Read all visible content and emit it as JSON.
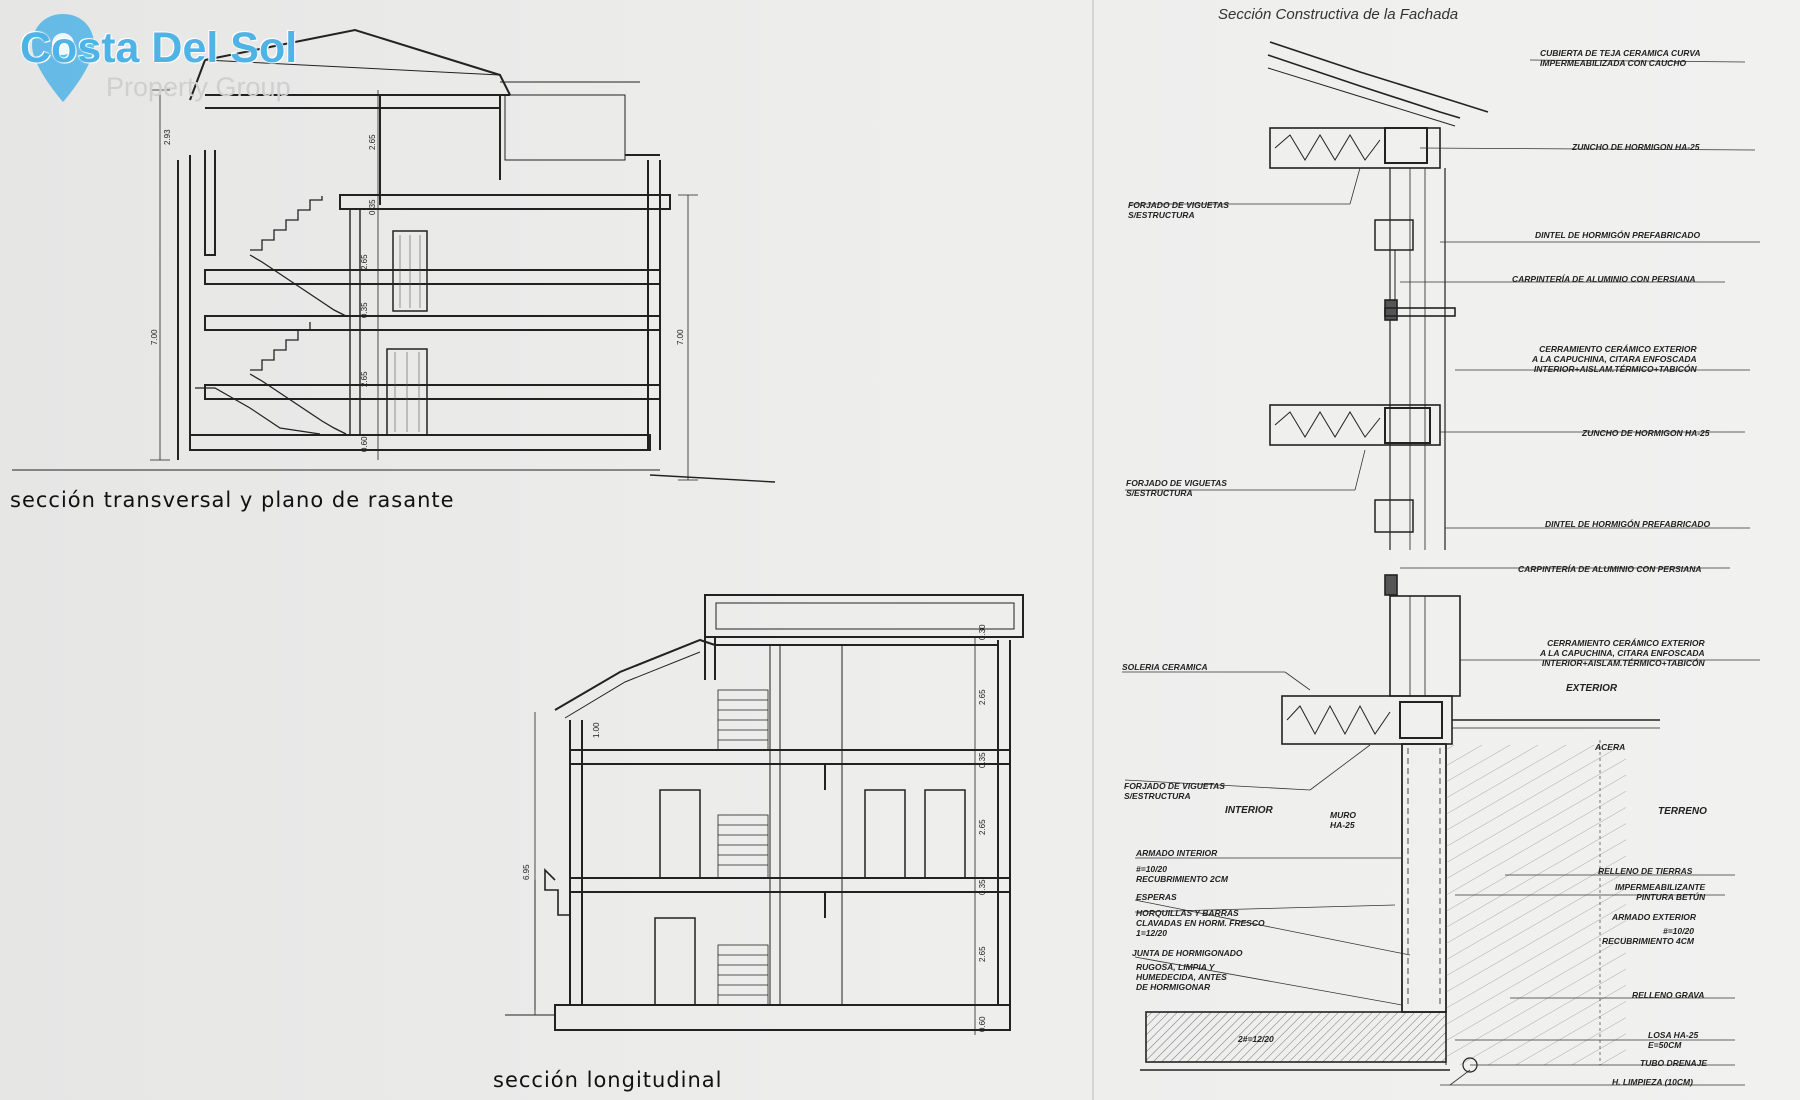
{
  "logo": {
    "brand": "Costa Del Sol",
    "tagline": "Property Group"
  },
  "drawings": {
    "cross_section_title": "sección transversal y plano de rasante",
    "longitudinal_title": "sección longitudinal",
    "facade_title": "Sección Constructiva de la Fachada"
  },
  "dimensions": {
    "cross": [
      "2.93",
      "2.65",
      "0.35",
      "2.65",
      "0.35",
      "2.65",
      "0.60",
      "7.00",
      "7.00"
    ],
    "longitudinal": [
      "0.30",
      "2.65",
      "0.35",
      "2.65",
      "0.35",
      "2.65",
      "0.60",
      "1.00",
      "6.95"
    ]
  },
  "facade_labels": {
    "roof": "CUBIERTA DE TEJA CERAMICA CURVA\nIMPERMEABILIZADA CON CAUCHO",
    "zuncho1": "ZUNCHO DE HORMIGON HA-25",
    "forjado1": "FORJADO DE VIGUETAS\nS/ESTRUCTURA",
    "dintel1": "DINTEL DE HORMIGÓN PREFABRICADO",
    "carpinteria1": "CARPINTERÍA DE ALUMINIO CON PERSIANA",
    "cerramiento1": "CERRAMIENTO CERÁMICO EXTERIOR\nA LA CAPUCHINA, CITARA ENFOSCADA\nINTERIOR+AISLAM.TÉRMICO+TABICÓN",
    "zuncho2": "ZUNCHO DE HORMIGON HA-25",
    "forjado2": "FORJADO DE VIGUETAS\nS/ESTRUCTURA",
    "dintel2": "DINTEL DE HORMIGÓN PREFABRICADO",
    "carpinteria2": "CARPINTERÍA DE ALUMINIO CON PERSIANA",
    "cerramiento2": "CERRAMIENTO CERÁMICO EXTERIOR\nA LA CAPUCHINA, CITARA ENFOSCADA\nINTERIOR+AISLAM.TÉRMICO+TABICÓN",
    "soleria": "SOLERIA CERAMICA",
    "exterior": "EXTERIOR",
    "acera": "ACERA",
    "terreno": "TERRENO",
    "forjado3": "FORJADO DE VIGUETAS\nS/ESTRUCTURA",
    "interior": "INTERIOR",
    "muro": "MURO\nHA-25",
    "armado_interior": "ARMADO INTERIOR",
    "armado_interior_spec": "#=10/20\nRECUBRIMIENTO 2cm",
    "esperas": "ESPERAS",
    "horquillas": "HORQUILLAS Y BARRAS\nCLAVADAS EN HORM. FRESCO\n1=12/20",
    "junta": "JUNTA DE HORMIGONADO",
    "junta_spec": "RUGOSA, LIMPIA Y\nHUMEDECIDA, ANTES\nDE HORMIGONAR",
    "relleno_tierras": "RELLENO DE TIERRAS",
    "impermeabilizante": "IMPERMEABILIZANTE\nPINTURA BETÚN",
    "armado_exterior": "ARMADO EXTERIOR",
    "armado_exterior_spec": "#=10/20\nRECUBRIMIENTO 4cm",
    "relleno_grava": "RELLENO GRAVA",
    "losa": "LOSA HA-25\ne=50cm",
    "tubo": "TUBO DRENAJE",
    "limpieza": "H. LIMPIEZA (10cm)",
    "armado_losa": "2#=12/20"
  }
}
